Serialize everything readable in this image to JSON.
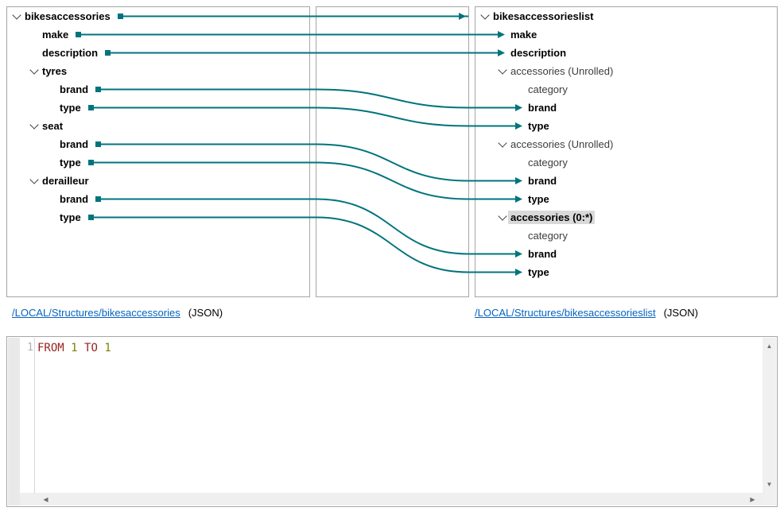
{
  "colors": {
    "mapping_line": "#00747C",
    "panel_border": "#a6a6a6",
    "highlight_bg": "#d9d9d9",
    "link_blue": "#0563C1",
    "keyword": "#992323",
    "number": "#7F7F00"
  },
  "source_tree": {
    "rows": [
      {
        "id": 0,
        "label": "bikesaccessories",
        "level": 0,
        "bold": true,
        "chevron": true,
        "square": true
      },
      {
        "id": 1,
        "label": "make",
        "level": 1,
        "bold": true,
        "chevron": false,
        "square": true
      },
      {
        "id": 2,
        "label": "description",
        "level": 1,
        "bold": true,
        "chevron": false,
        "square": true
      },
      {
        "id": 3,
        "label": "tyres",
        "level": 1,
        "bold": true,
        "chevron": true,
        "square": false
      },
      {
        "id": 4,
        "label": "brand",
        "level": 2,
        "bold": true,
        "chevron": false,
        "square": true
      },
      {
        "id": 5,
        "label": "type",
        "level": 2,
        "bold": true,
        "chevron": false,
        "square": true
      },
      {
        "id": 6,
        "label": "seat",
        "level": 1,
        "bold": true,
        "chevron": true,
        "square": false
      },
      {
        "id": 7,
        "label": "brand",
        "level": 2,
        "bold": true,
        "chevron": false,
        "square": true
      },
      {
        "id": 8,
        "label": "type",
        "level": 2,
        "bold": true,
        "chevron": false,
        "square": true
      },
      {
        "id": 9,
        "label": "derailleur",
        "level": 1,
        "bold": true,
        "chevron": true,
        "square": false
      },
      {
        "id": 10,
        "label": "brand",
        "level": 2,
        "bold": true,
        "chevron": false,
        "square": true
      },
      {
        "id": 11,
        "label": "type",
        "level": 2,
        "bold": true,
        "chevron": false,
        "square": true
      }
    ]
  },
  "target_tree": {
    "rows": [
      {
        "id": 0,
        "label": "bikesaccessorieslist",
        "level": 0,
        "bold": true,
        "chevron": true,
        "highlight": false
      },
      {
        "id": 1,
        "label": "make",
        "level": 1,
        "bold": true,
        "chevron": false,
        "highlight": false
      },
      {
        "id": 2,
        "label": "description",
        "level": 1,
        "bold": true,
        "chevron": false,
        "highlight": false
      },
      {
        "id": 3,
        "label": "accessories (Unrolled)",
        "level": 1,
        "bold": false,
        "chevron": true,
        "highlight": false
      },
      {
        "id": 4,
        "label": "category",
        "level": 2,
        "bold": false,
        "chevron": false,
        "highlight": false
      },
      {
        "id": 5,
        "label": "brand",
        "level": 2,
        "bold": true,
        "chevron": false,
        "highlight": false
      },
      {
        "id": 6,
        "label": "type",
        "level": 2,
        "bold": true,
        "chevron": false,
        "highlight": false
      },
      {
        "id": 7,
        "label": "accessories (Unrolled)",
        "level": 1,
        "bold": false,
        "chevron": true,
        "highlight": false
      },
      {
        "id": 8,
        "label": "category",
        "level": 2,
        "bold": false,
        "chevron": false,
        "highlight": false
      },
      {
        "id": 9,
        "label": "brand",
        "level": 2,
        "bold": true,
        "chevron": false,
        "highlight": false
      },
      {
        "id": 10,
        "label": "type",
        "level": 2,
        "bold": true,
        "chevron": false,
        "highlight": false
      },
      {
        "id": 11,
        "label": "accessories (0:*)",
        "level": 1,
        "bold": true,
        "chevron": true,
        "highlight": true
      },
      {
        "id": 12,
        "label": "category",
        "level": 2,
        "bold": false,
        "chevron": false,
        "highlight": false
      },
      {
        "id": 13,
        "label": "brand",
        "level": 2,
        "bold": true,
        "chevron": false,
        "highlight": false
      },
      {
        "id": 14,
        "label": "type",
        "level": 2,
        "bold": true,
        "chevron": false,
        "highlight": false
      }
    ]
  },
  "mappings": [
    {
      "from": 0,
      "to": null,
      "end": "panel-edge"
    },
    {
      "from": 1,
      "to": 1,
      "end": "label"
    },
    {
      "from": 2,
      "to": 2,
      "end": "label"
    },
    {
      "from": 4,
      "to": 5,
      "end": "label"
    },
    {
      "from": 5,
      "to": 6,
      "end": "label"
    },
    {
      "from": 7,
      "to": 9,
      "end": "label"
    },
    {
      "from": 8,
      "to": 10,
      "end": "label"
    },
    {
      "from": 10,
      "to": 13,
      "end": "label"
    },
    {
      "from": 11,
      "to": 14,
      "end": "label"
    }
  ],
  "links": {
    "source": {
      "path": "/LOCAL/Structures/bikesaccessories",
      "format": "(JSON)"
    },
    "target": {
      "path": "/LOCAL/Structures/bikesaccessorieslist",
      "format": "(JSON)"
    }
  },
  "editor": {
    "line_number": "1",
    "tokens": [
      {
        "text": "FROM",
        "type": "keyword"
      },
      {
        "text": "1",
        "type": "number"
      },
      {
        "text": "TO",
        "type": "keyword"
      },
      {
        "text": "1",
        "type": "number"
      }
    ]
  },
  "icons": {
    "scroll_up": "▲",
    "scroll_down": "▼",
    "scroll_left": "◀",
    "scroll_right": "▶"
  }
}
